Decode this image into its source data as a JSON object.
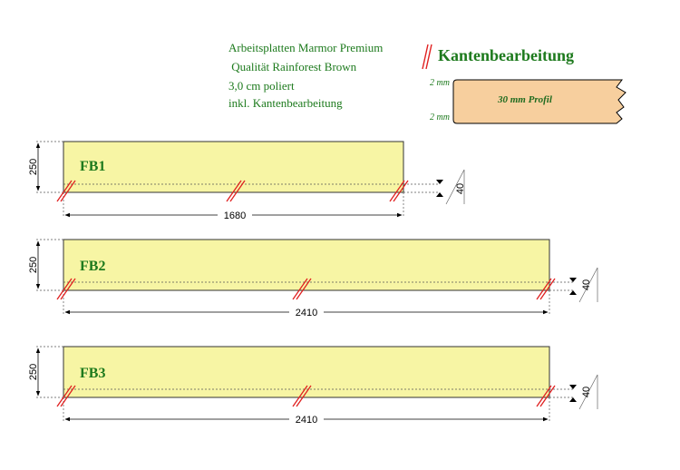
{
  "header": {
    "line1": "Arbeitsplatten Marmor Premium",
    "line2": " Qualität Rainforest Brown",
    "line3": "3,0 cm poliert",
    "line4": "inkl. Kantenbearbeitung"
  },
  "legend": {
    "title": "Kantenbearbeitung",
    "profile_label": "30 mm Profil",
    "top_mm": "2 mm",
    "bottom_mm": "2 mm"
  },
  "colors": {
    "text_green": "#1d7a1d",
    "label_green": "#1f6b1f",
    "slab_fill": "#f7f5a4",
    "profile_fill": "#f7cf9e",
    "edge_mark": "#e02020"
  },
  "slabs": [
    {
      "label": "FB1",
      "length": "1680",
      "depth": "250",
      "edge": "40"
    },
    {
      "label": "FB2",
      "length": "2410",
      "depth": "250",
      "edge": "40"
    },
    {
      "label": "FB3",
      "length": "2410",
      "depth": "250",
      "edge": "40"
    }
  ]
}
